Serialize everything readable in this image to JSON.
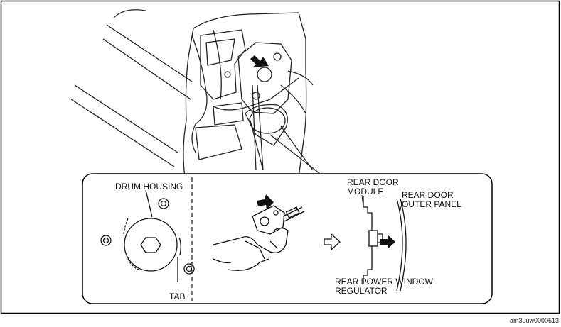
{
  "labels": {
    "drum_housing": "DRUM HOUSING",
    "tab": "TAB",
    "rear_door_module_1": "REAR DOOR",
    "rear_door_module_2": "MODULE",
    "rear_door_outer_panel_1": "REAR DOOR",
    "rear_door_outer_panel_2": "OUTER PANEL",
    "rear_power_window_regulator_1": "REAR POWER WINDOW",
    "rear_power_window_regulator_2": "REGULATOR"
  },
  "reference_code": "am3uuw0000513"
}
